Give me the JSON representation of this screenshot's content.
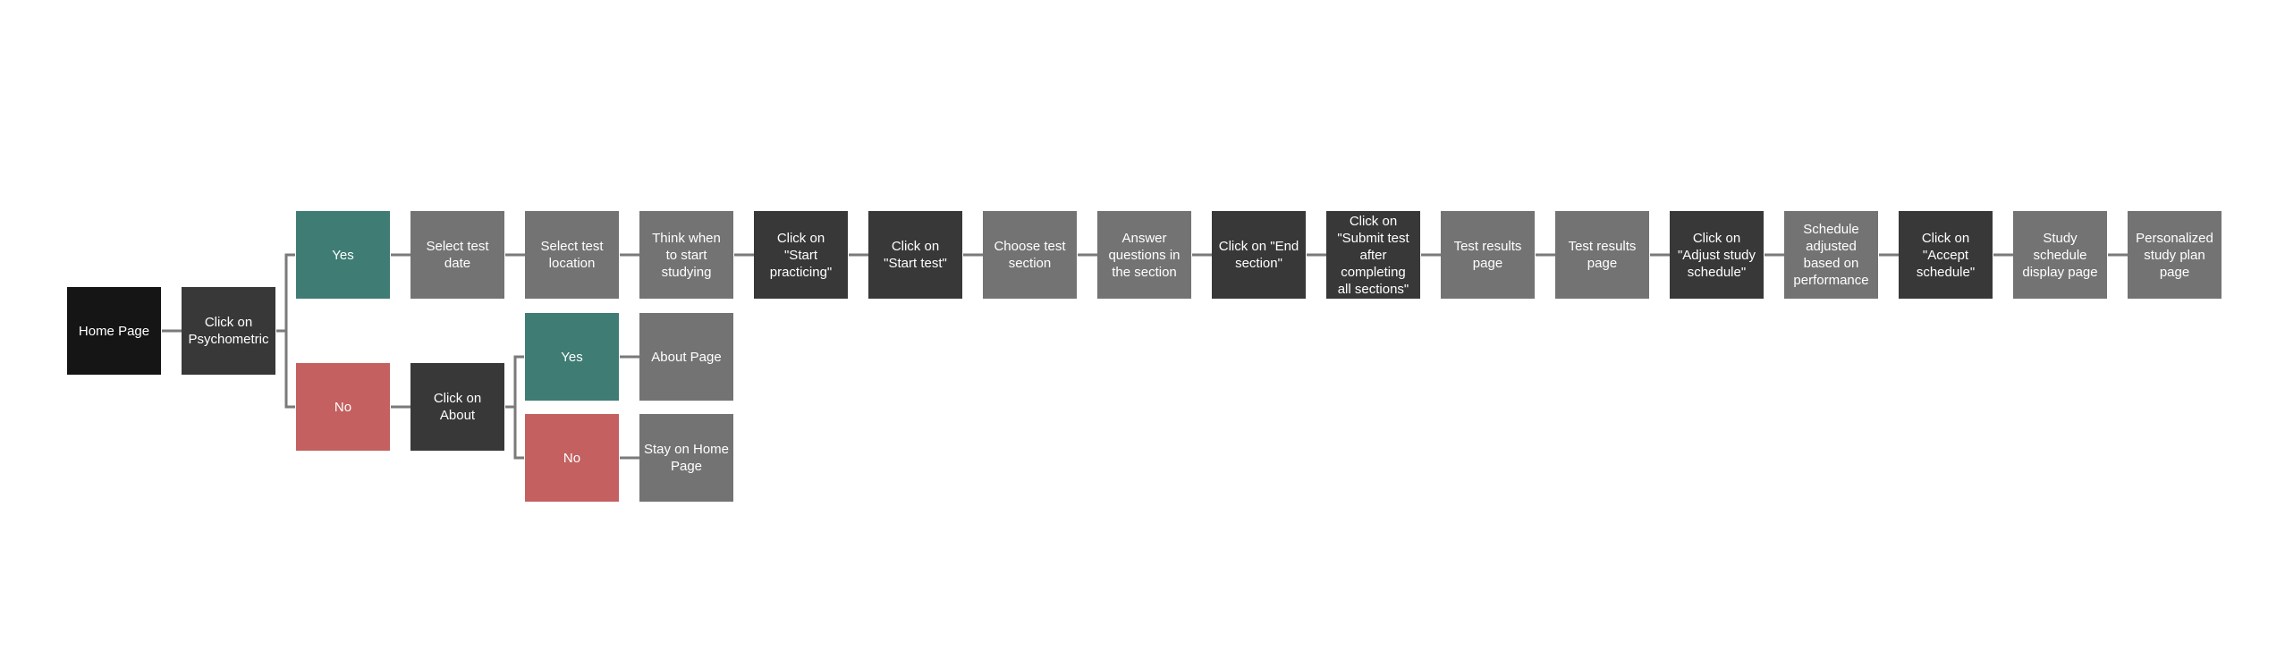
{
  "colors": {
    "black": "#151515",
    "dark": "#383838",
    "grey": "#737373",
    "teal": "#3f7c74",
    "red": "#c46060",
    "connector": "#7a7a7a"
  },
  "nodes": {
    "home_page": "Home Page",
    "click_psychometric": "Click on\nPsychometric",
    "yes_psychometric": "Yes",
    "no_psychometric": "No",
    "select_test_date": "Select test\ndate",
    "select_test_location": "Select test\nlocation",
    "think_when_start": "Think when\nto start\nstudying",
    "click_start_practicing": "Click on\n\"Start\npracticing\"",
    "click_start_test": "Click on\n\"Start test\"",
    "choose_test_section": "Choose test\nsection",
    "answer_questions": "Answer\nquestions in\nthe section",
    "click_end_section": "Click on \"End\nsection\"",
    "click_submit_test": "Click on\n\"Submit test\nafter\ncompleting\nall sections\"",
    "test_results_page_1": "Test results\npage",
    "test_results_page_2": "Test results\npage",
    "click_adjust_schedule": "Click on\n\"Adjust study\nschedule\"",
    "schedule_adjusted": "Schedule\nadjusted\nbased on\nperformance",
    "click_accept_schedule": "Click on\n\"Accept\nschedule\"",
    "study_schedule_display": "Study\nschedule\ndisplay page",
    "personalized_plan": "Personalized\nstudy plan\npage",
    "click_about": "Click on\nAbout",
    "yes_about": "Yes",
    "no_about": "No",
    "about_page": "About Page",
    "stay_home_page": "Stay on Home\nPage"
  }
}
